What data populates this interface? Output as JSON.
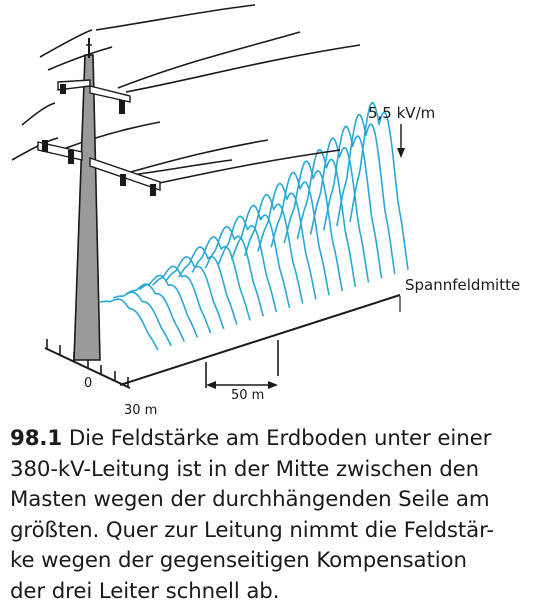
{
  "figure": {
    "peak_label": "5,5 kV/m",
    "midspan_label": "Spannfeldmitte",
    "scale_label": "50 m",
    "cross_label": "30 m",
    "origin_label": "0"
  },
  "caption": {
    "number": "98.1",
    "text": "Die Feldstärke am Erdboden unter einer 380-kV-Leitung ist in der Mitte zwischen den Masten wegen der durchhängenden Seile am größten. Quer zur Leitung nimmt die Feldstär-ke wegen der gegenseitigen Kompensation der drei Leiter schnell ab.",
    "lines": [
      "Die Feldstärke am Erdboden unter einer",
      "380-kV-Leitung ist in der Mitte zwischen den",
      "Masten wegen der durchhängenden Seile am",
      "größten. Quer zur Leitung nimmt die Feldstär-",
      "ke wegen der gegenseitigen Kompensation",
      "der drei Leiter schnell ab."
    ]
  },
  "colors": {
    "field_curves": "#29a8d8",
    "ink": "#1a1a1a",
    "pylon_fill": "#9a9a9a"
  }
}
